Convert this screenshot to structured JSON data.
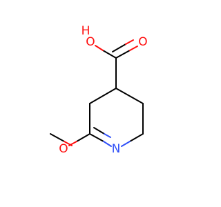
{
  "molecule": {
    "colors": {
      "bond": "#000000",
      "oxygen": "#ff0d0d",
      "nitrogen": "#3050f8",
      "background": "#ffffff"
    },
    "atom_labels": {
      "hydroxyl_H": "H",
      "hydroxyl_O": "O",
      "carbonyl_O": "O",
      "ring_N": "N",
      "methoxy_O": "O"
    }
  }
}
